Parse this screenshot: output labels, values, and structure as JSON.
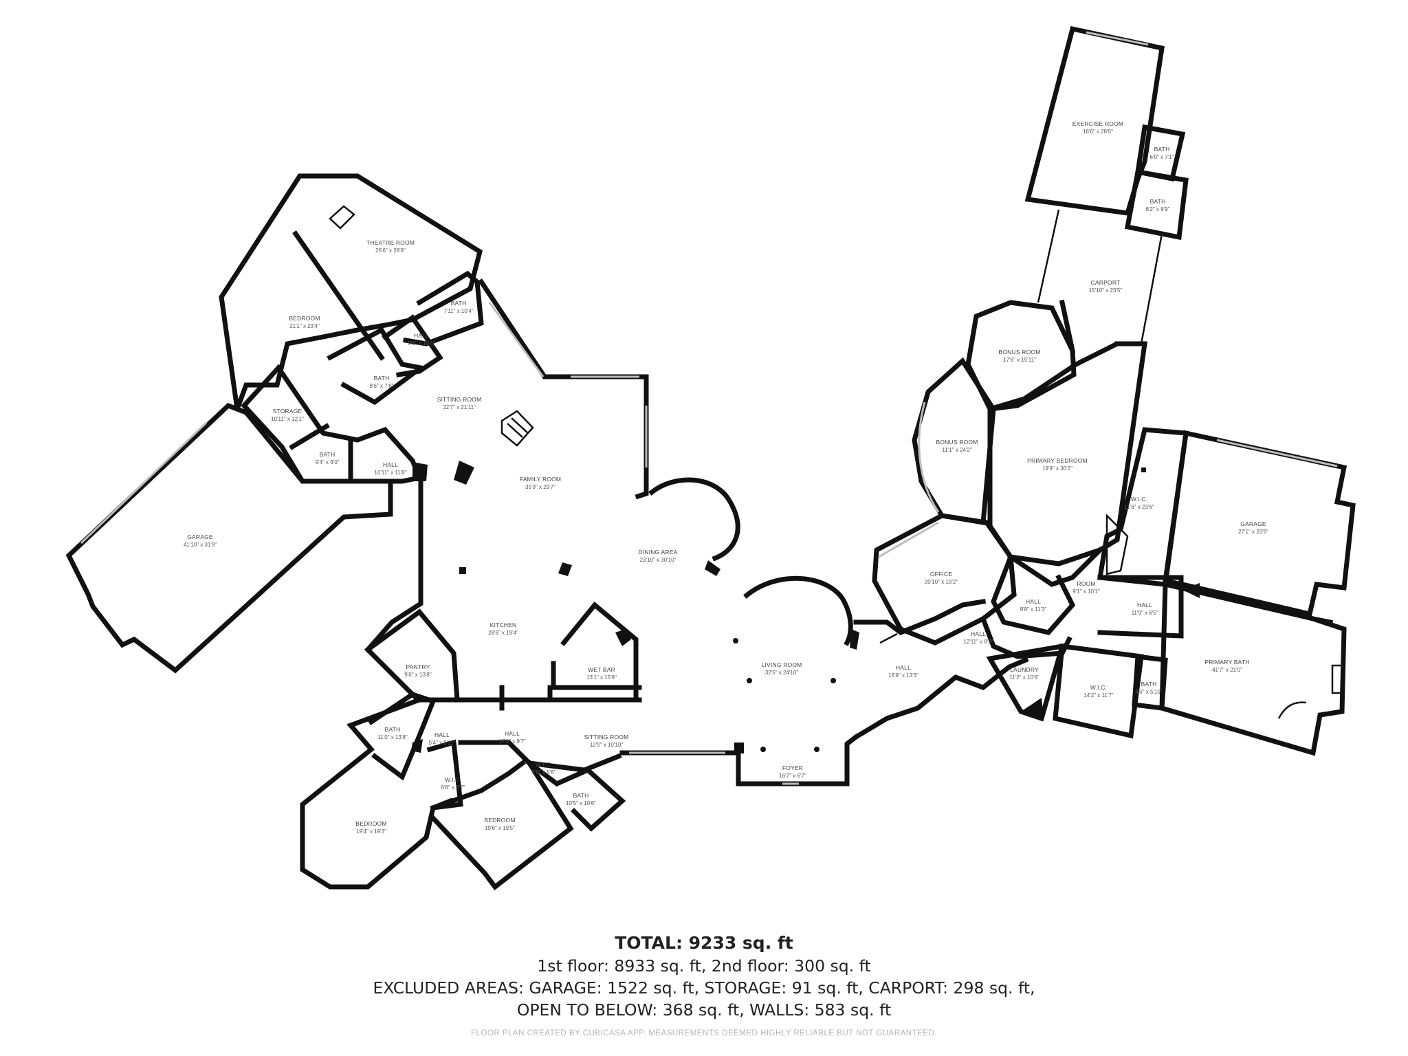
{
  "rooms": {
    "theatre_room": {
      "name": "THEATRE ROOM",
      "dims": "26'6\" x 28'8\""
    },
    "bedroom_nw": {
      "name": "BEDROOM",
      "dims": "21'1\" x 23'4\""
    },
    "bath_top": {
      "name": "BATH",
      "dims": "7'11\" x 10'4\""
    },
    "hall_top": {
      "name": "HALL",
      "dims": "9'5\" x 10'4\""
    },
    "bath_mid": {
      "name": "BATH",
      "dims": "8'6\" x 7'8\""
    },
    "sitting_room": {
      "name": "SITTING ROOM",
      "dims": "22'7\" x 21'11\""
    },
    "storage": {
      "name": "STORAGE",
      "dims": "10'11\" x 12'1\""
    },
    "bath_storage": {
      "name": "BATH",
      "dims": "9'4\" x 9'0\""
    },
    "hall_storage": {
      "name": "HALL",
      "dims": "10'11\" x 11'8\""
    },
    "family_room": {
      "name": "FAMILY ROOM",
      "dims": "35'9\" x 29'7\""
    },
    "garage_west": {
      "name": "GARAGE",
      "dims": "41'10\" x 31'9\""
    },
    "dining_area": {
      "name": "DINING AREA",
      "dims": "23'10\" x 30'10\""
    },
    "kitchen": {
      "name": "KITCHEN",
      "dims": "28'6\" x 19'4\""
    },
    "pantry": {
      "name": "PANTRY",
      "dims": "9'6\" x 13'8\""
    },
    "wet_bar": {
      "name": "WET BAR",
      "dims": "13'1\" x 15'9\""
    },
    "living_room": {
      "name": "LIVING ROOM",
      "dims": "32'5\" x 24'10\""
    },
    "bath_sw": {
      "name": "BATH",
      "dims": "11'0\" x 13'8\""
    },
    "hall_sw1": {
      "name": "HALL",
      "dims": "5'4\" x 8'11\""
    },
    "hall_sw2": {
      "name": "HALL",
      "dims": "17'2\" x 9'7\""
    },
    "sitting_room_s": {
      "name": "SITTING ROOM",
      "dims": "12'0\" x 10'10\""
    },
    "wic_sw": {
      "name": "W.I.C.",
      "dims": "6'8\" x 6'7\""
    },
    "wic_s": {
      "name": "W.I.C.",
      "dims": "5'9\" x 5'6\""
    },
    "bath_s": {
      "name": "BATH",
      "dims": "10'5\" x 10'6\""
    },
    "bedroom_sw": {
      "name": "BEDROOM",
      "dims": "19'4\" x 19'3\""
    },
    "bedroom_s": {
      "name": "BEDROOM",
      "dims": "19'6\" x 19'5\""
    },
    "foyer": {
      "name": "FOYER",
      "dims": "16'7\" x 6'7\""
    },
    "hall_e": {
      "name": "HALL",
      "dims": "16'9\" x 13'3\""
    },
    "exercise_room": {
      "name": "EXERCISE ROOM",
      "dims": "16'6\" x 28'5\""
    },
    "bath_ex1": {
      "name": "BATH",
      "dims": "6'0\" x 7'1\""
    },
    "bath_ex2": {
      "name": "BATH",
      "dims": "8'2\" x 8'9\""
    },
    "carport": {
      "name": "CARPORT",
      "dims": "15'10\" x 23'5\""
    },
    "bonus_room_1": {
      "name": "BONUS ROOM",
      "dims": "17'6\" x 15'11\""
    },
    "bonus_room_2": {
      "name": "BONUS ROOM",
      "dims": "11'1\" x 24'2\""
    },
    "primary_bedroom": {
      "name": "PRIMARY BEDROOM",
      "dims": "19'9\" x 30'2\""
    },
    "wic_primary": {
      "name": "W.I.C.",
      "dims": "11'6\" x 23'6\""
    },
    "garage_east": {
      "name": "GARAGE",
      "dims": "27'1\" x 23'9\""
    },
    "office": {
      "name": "OFFICE",
      "dims": "20'10\" x 19'2\""
    },
    "room": {
      "name": "ROOM",
      "dims": "9'1\" x 10'1\""
    },
    "hall_e2": {
      "name": "HALL",
      "dims": "9'9\" x 11'3\""
    },
    "hall_e3": {
      "name": "HALL",
      "dims": "11'9\" x 6'5\""
    },
    "hall_e4": {
      "name": "HALL",
      "dims": "12'11\" x 8'3\""
    },
    "laundry": {
      "name": "LAUNDRY",
      "dims": "11'2\" x 10'6\""
    },
    "wic_e": {
      "name": "W.I.C.",
      "dims": "14'2\" x 11'7\""
    },
    "bath_e": {
      "name": "BATH",
      "dims": "4'0\" x 5'10\""
    },
    "primary_bath": {
      "name": "PRIMARY BATH",
      "dims": "41'7\" x 21'0\""
    }
  },
  "summary": {
    "total": "TOTAL: 9233 sq. ft",
    "line1": "1st floor: 8933 sq. ft, 2nd floor: 300 sq. ft",
    "line2": "EXCLUDED AREAS: GARAGE: 1522 sq. ft, STORAGE: 91 sq. ft, CARPORT: 298 sq. ft,",
    "line3": "OPEN TO BELOW: 368 sq. ft, WALLS: 583 sq. ft"
  },
  "footer": "FLOOR PLAN CREATED BY CUBICASA APP. MEASUREMENTS DEEMED HIGHLY RELIABLE BUT NOT GUARANTEED."
}
